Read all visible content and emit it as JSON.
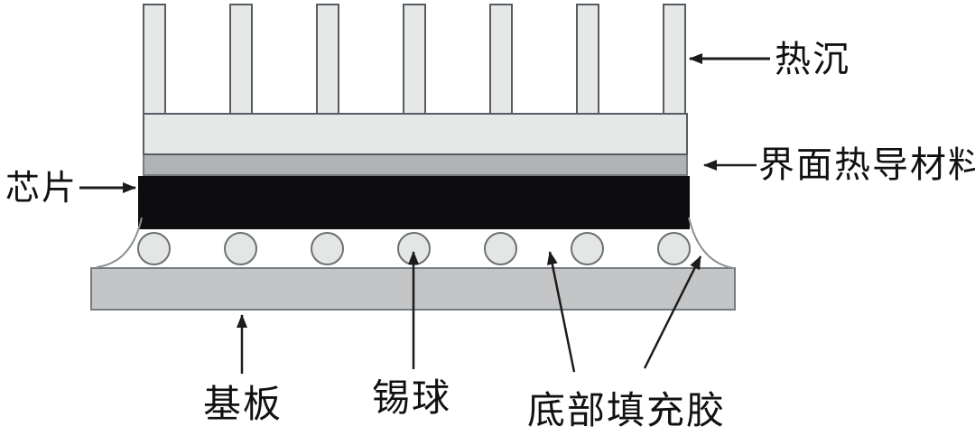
{
  "diagram": {
    "labels": {
      "chip": "芯片",
      "heat_sink": "热沉",
      "interface_thermal_material": "界面热导材料",
      "substrate": "基板",
      "solder_ball": "锡球",
      "underfill": "底部填充胶"
    },
    "components": {
      "heatsink_fin_count": 7,
      "solder_ball_count": 7,
      "underfill_arrow_count": 2
    },
    "colors": {
      "background": "#ffffff",
      "heatsink_fill": "#e6e8e8",
      "tim_fill": "#b0b3b6",
      "chip_fill": "#0d0d0f",
      "ball_fill": "#e4e6e6",
      "substrate_fill": "#c3c5c7",
      "outline_dark": "#565c62",
      "outline_mid": "#777c80",
      "arrow_color": "#1c1c1c",
      "label_color": "#111111"
    }
  }
}
